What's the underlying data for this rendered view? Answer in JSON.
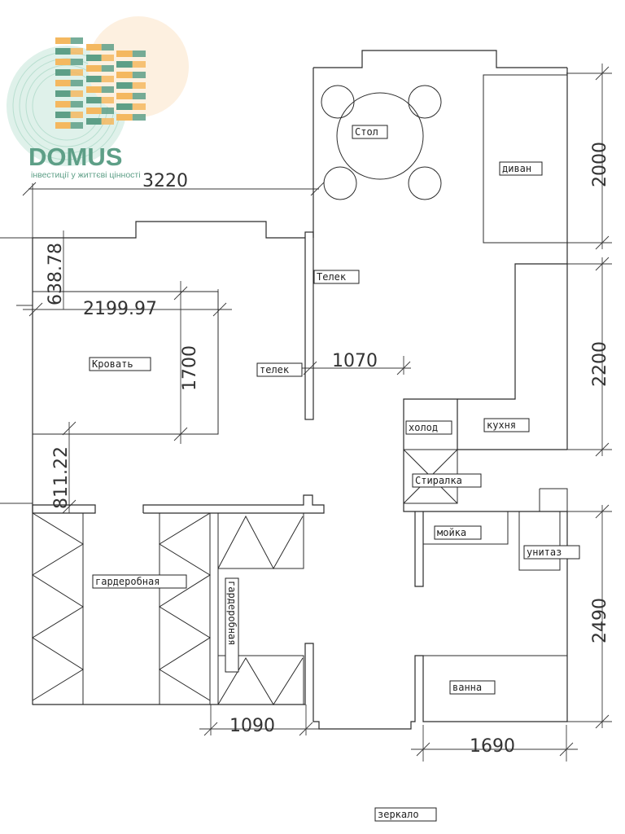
{
  "logo": {
    "brand": "DOMUS",
    "tagline": "інвестиції у життєві цінності",
    "colors": {
      "green": "#5e9f87",
      "orange": "#f4b860",
      "mint": "#bfe3d4",
      "peach": "#fbe7cf"
    }
  },
  "rooms": {
    "table": "Стол",
    "sofa": "диван",
    "tv_top": "Телек",
    "tv_bedroom": "телек",
    "bed": "Кровать",
    "fridge": "холод",
    "kitchen": "кухня",
    "washer": "Стиралка",
    "sink": "мойка",
    "toilet": "унитаз",
    "wardrobe_main": "гардеробная",
    "wardrobe_side": "гардеробная",
    "bath": "ванна",
    "mirror": "зеркало"
  },
  "dimensions": {
    "d3220": "3220",
    "d2000": "2000",
    "d638": "638.78",
    "d2199": "2199.97",
    "d1700": "1700",
    "d1070": "1070",
    "d2200": "2200",
    "d811": "811.22",
    "d2490": "2490",
    "d1090": "1090",
    "d1690": "1690"
  }
}
